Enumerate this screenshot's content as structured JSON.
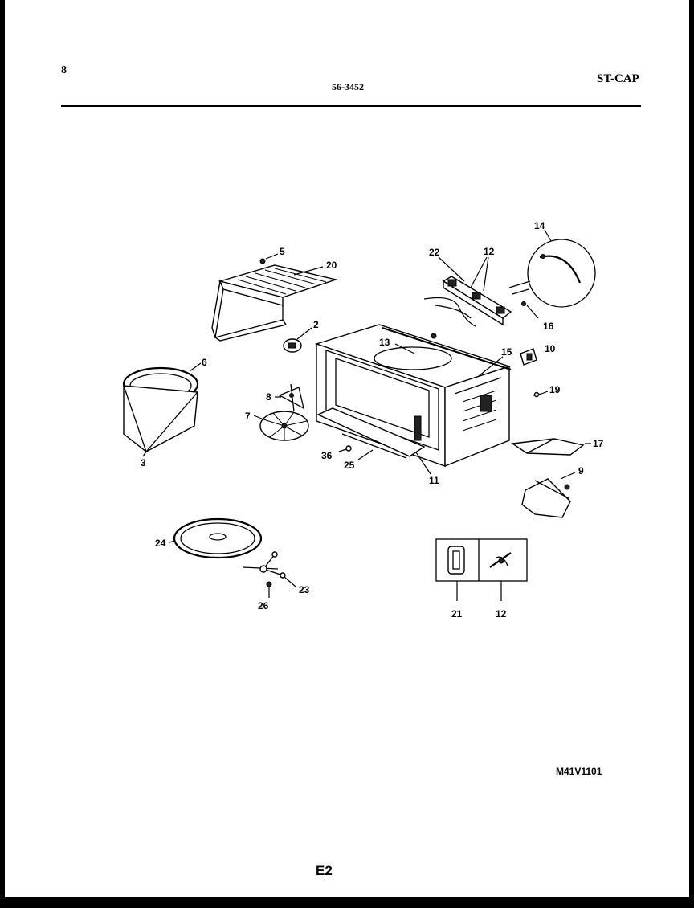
{
  "header": {
    "page_number": "8",
    "model_number": "56-3452",
    "code": "ST-CAP"
  },
  "figure_id": "M41V1101",
  "page_code": "E2",
  "callouts": {
    "c2": "2",
    "c3": "3",
    "c5": "5",
    "c6": "6",
    "c7": "7",
    "c8": "8",
    "c9": "9",
    "c10": "10",
    "c11": "11",
    "c12_top": "12",
    "c12_inset": "12",
    "c13": "13",
    "c14": "14",
    "c15": "15",
    "c16": "16",
    "c17": "17",
    "c19": "19",
    "c20": "20",
    "c21": "21",
    "c22": "22",
    "c23": "23",
    "c24": "24",
    "c25": "25",
    "c26": "26",
    "c36": "36"
  }
}
